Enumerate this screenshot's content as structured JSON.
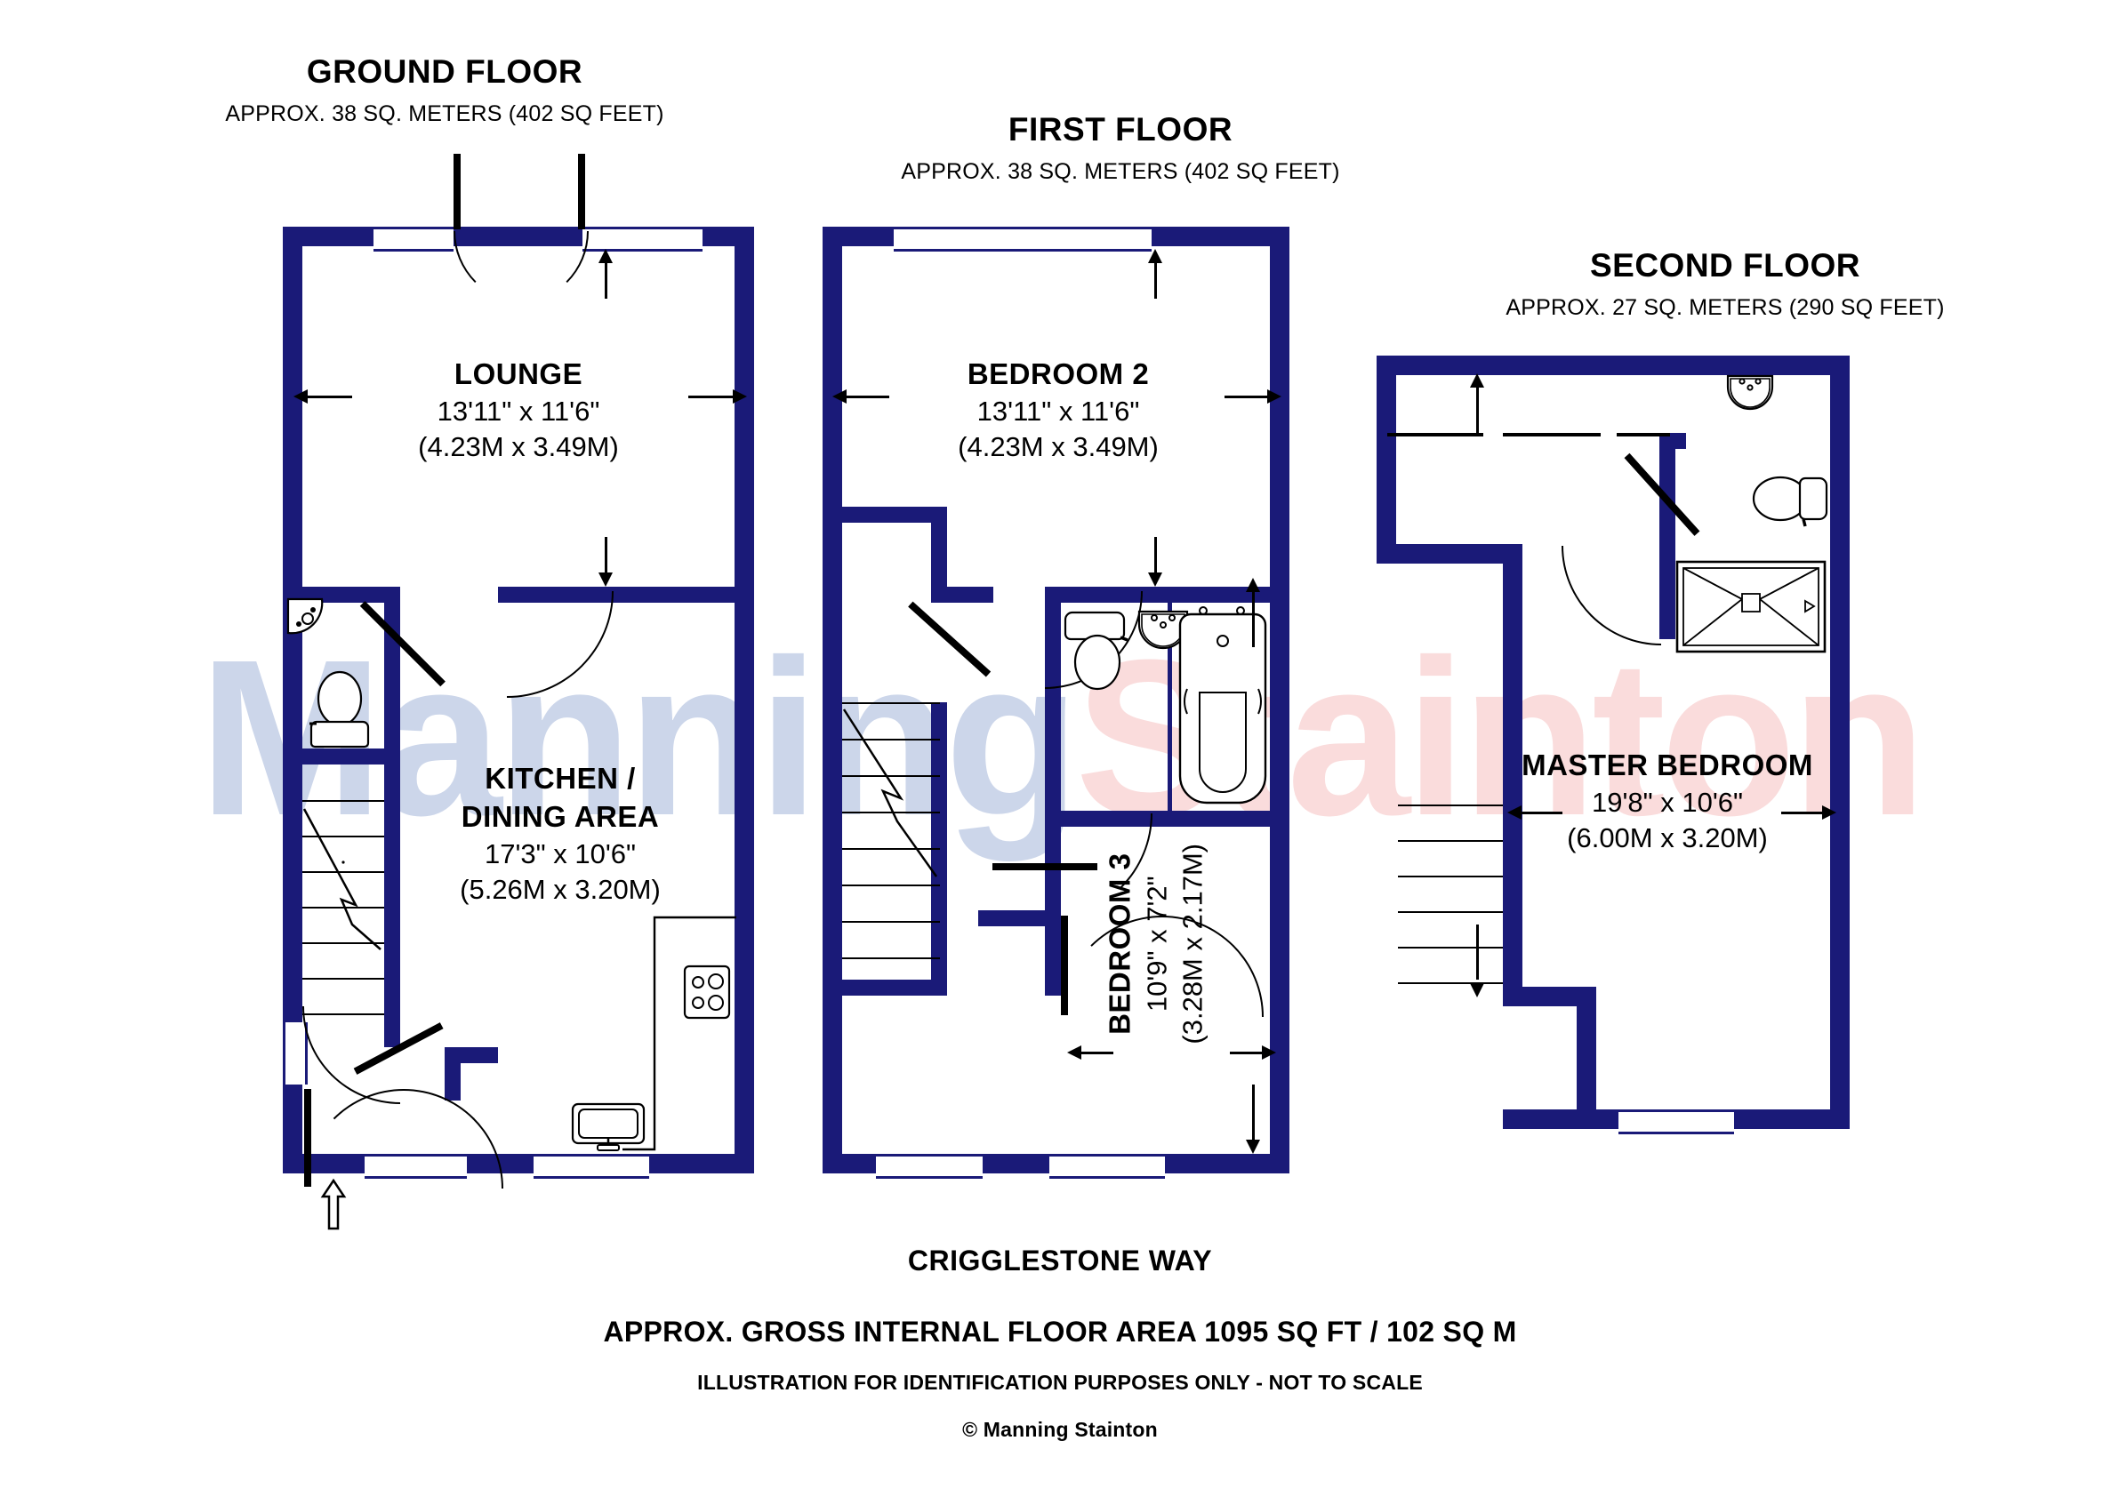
{
  "floors": [
    {
      "id": "ground",
      "title": "GROUND FLOOR",
      "subtitle": "APPROX. 38 SQ. METERS (402 SQ FEET)",
      "rooms": [
        {
          "name": "LOUNGE",
          "imperial": "13'11\" x 11'6\"",
          "metric": "(4.23M x 3.49M)"
        },
        {
          "name": "KITCHEN /",
          "name2": "DINING AREA",
          "imperial": "17'3\" x 10'6\"",
          "metric": "(5.26M x 3.20M)"
        }
      ]
    },
    {
      "id": "first",
      "title": "FIRST FLOOR",
      "subtitle": "APPROX. 38 SQ. METERS (402 SQ FEET)",
      "rooms": [
        {
          "name": "BEDROOM 2",
          "imperial": "13'11\" x 11'6\"",
          "metric": "(4.23M x 3.49M)"
        },
        {
          "name": "BEDROOM 3",
          "imperial": "10'9\" x 7'2\"",
          "metric": "(3.28M x 2.17M)"
        }
      ]
    },
    {
      "id": "second",
      "title": "SECOND FLOOR",
      "subtitle": "APPROX. 27 SQ. METERS (290 SQ FEET)",
      "rooms": [
        {
          "name": "MASTER BEDROOM",
          "imperial": "19'8\" x 10'6\"",
          "metric": "(6.00M x 3.20M)"
        }
      ]
    }
  ],
  "watermark": {
    "part1": "Manning",
    "part2": "Stainton"
  },
  "footer": {
    "street": "CRIGGLESTONE WAY",
    "area": "APPROX. GROSS INTERNAL FLOOR AREA 1095 SQ FT / 102 SQ M",
    "note": "ILLUSTRATION FOR IDENTIFICATION PURPOSES ONLY - NOT TO SCALE",
    "copyright": "© Manning Stainton"
  },
  "colors": {
    "wall": "#1a1a78",
    "ink": "#000000",
    "watermark_blue": "#ccd6ea",
    "watermark_pink": "#fadcdc"
  }
}
